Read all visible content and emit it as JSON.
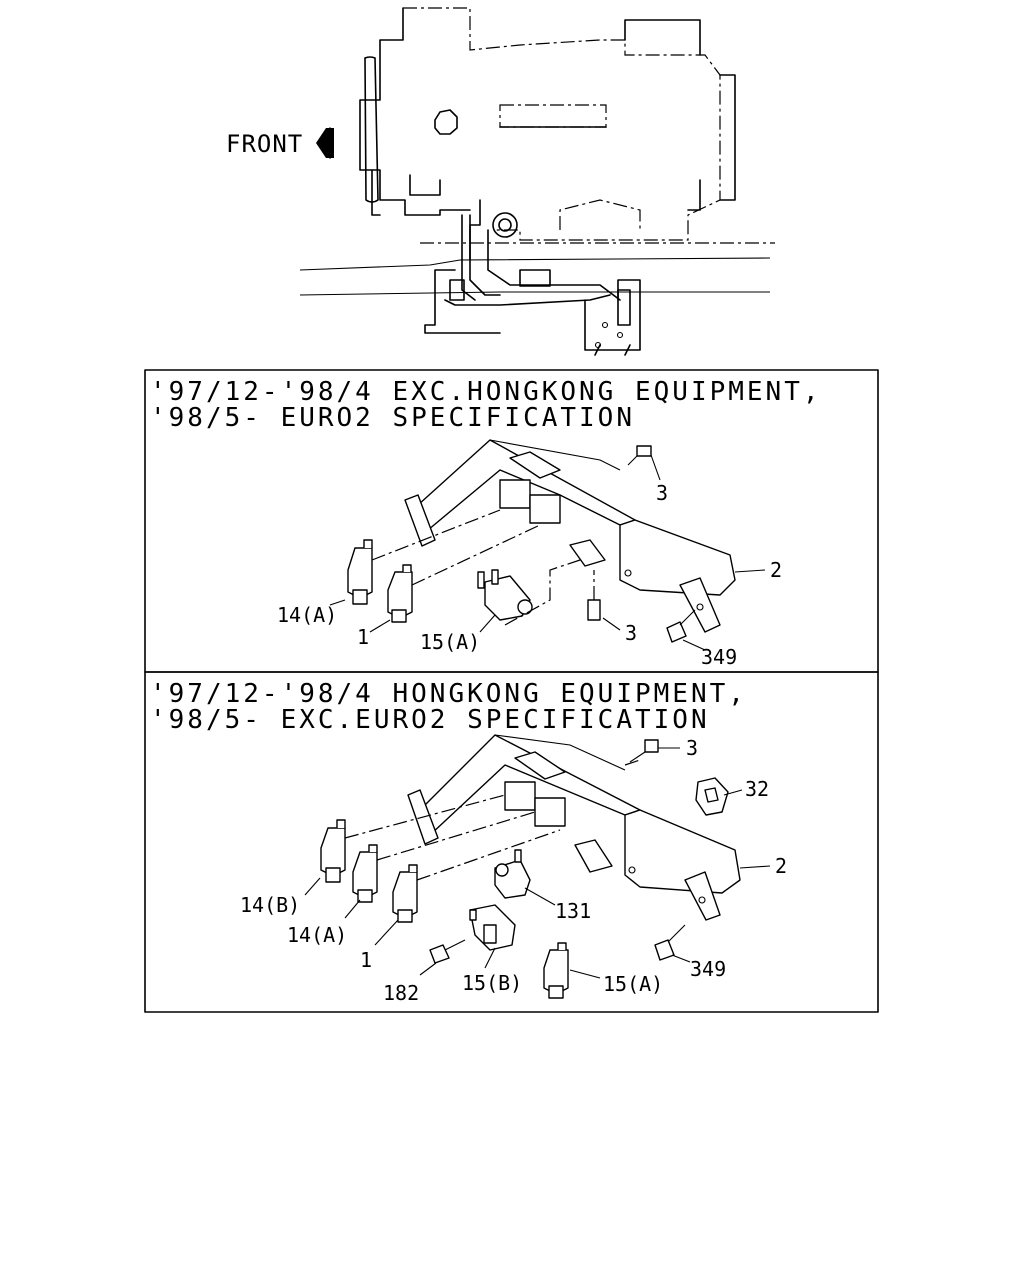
{
  "overview": {
    "direction_label": "FRONT"
  },
  "panels": [
    {
      "title_line1": "'97/12-'98/4 EXC.HONGKONG EQUIPMENT,",
      "title_line2": "'98/5- EURO2 SPECIFICATION",
      "callouts": {
        "p3a": "3",
        "p2": "2",
        "p3b": "3",
        "p349": "349",
        "p14a": "14(A)",
        "p1": "1",
        "p15a": "15(A)"
      }
    },
    {
      "title_line1": "'97/12-'98/4 HONGKONG EQUIPMENT,",
      "title_line2": "'98/5- EXC.EURO2 SPECIFICATION",
      "callouts": {
        "p3": "3",
        "p32": "32",
        "p2": "2",
        "p131": "131",
        "p349": "349",
        "p14b": "14(B)",
        "p14a": "14(A)",
        "p1": "1",
        "p182": "182",
        "p15b": "15(B)",
        "p15a": "15(A)"
      }
    }
  ]
}
